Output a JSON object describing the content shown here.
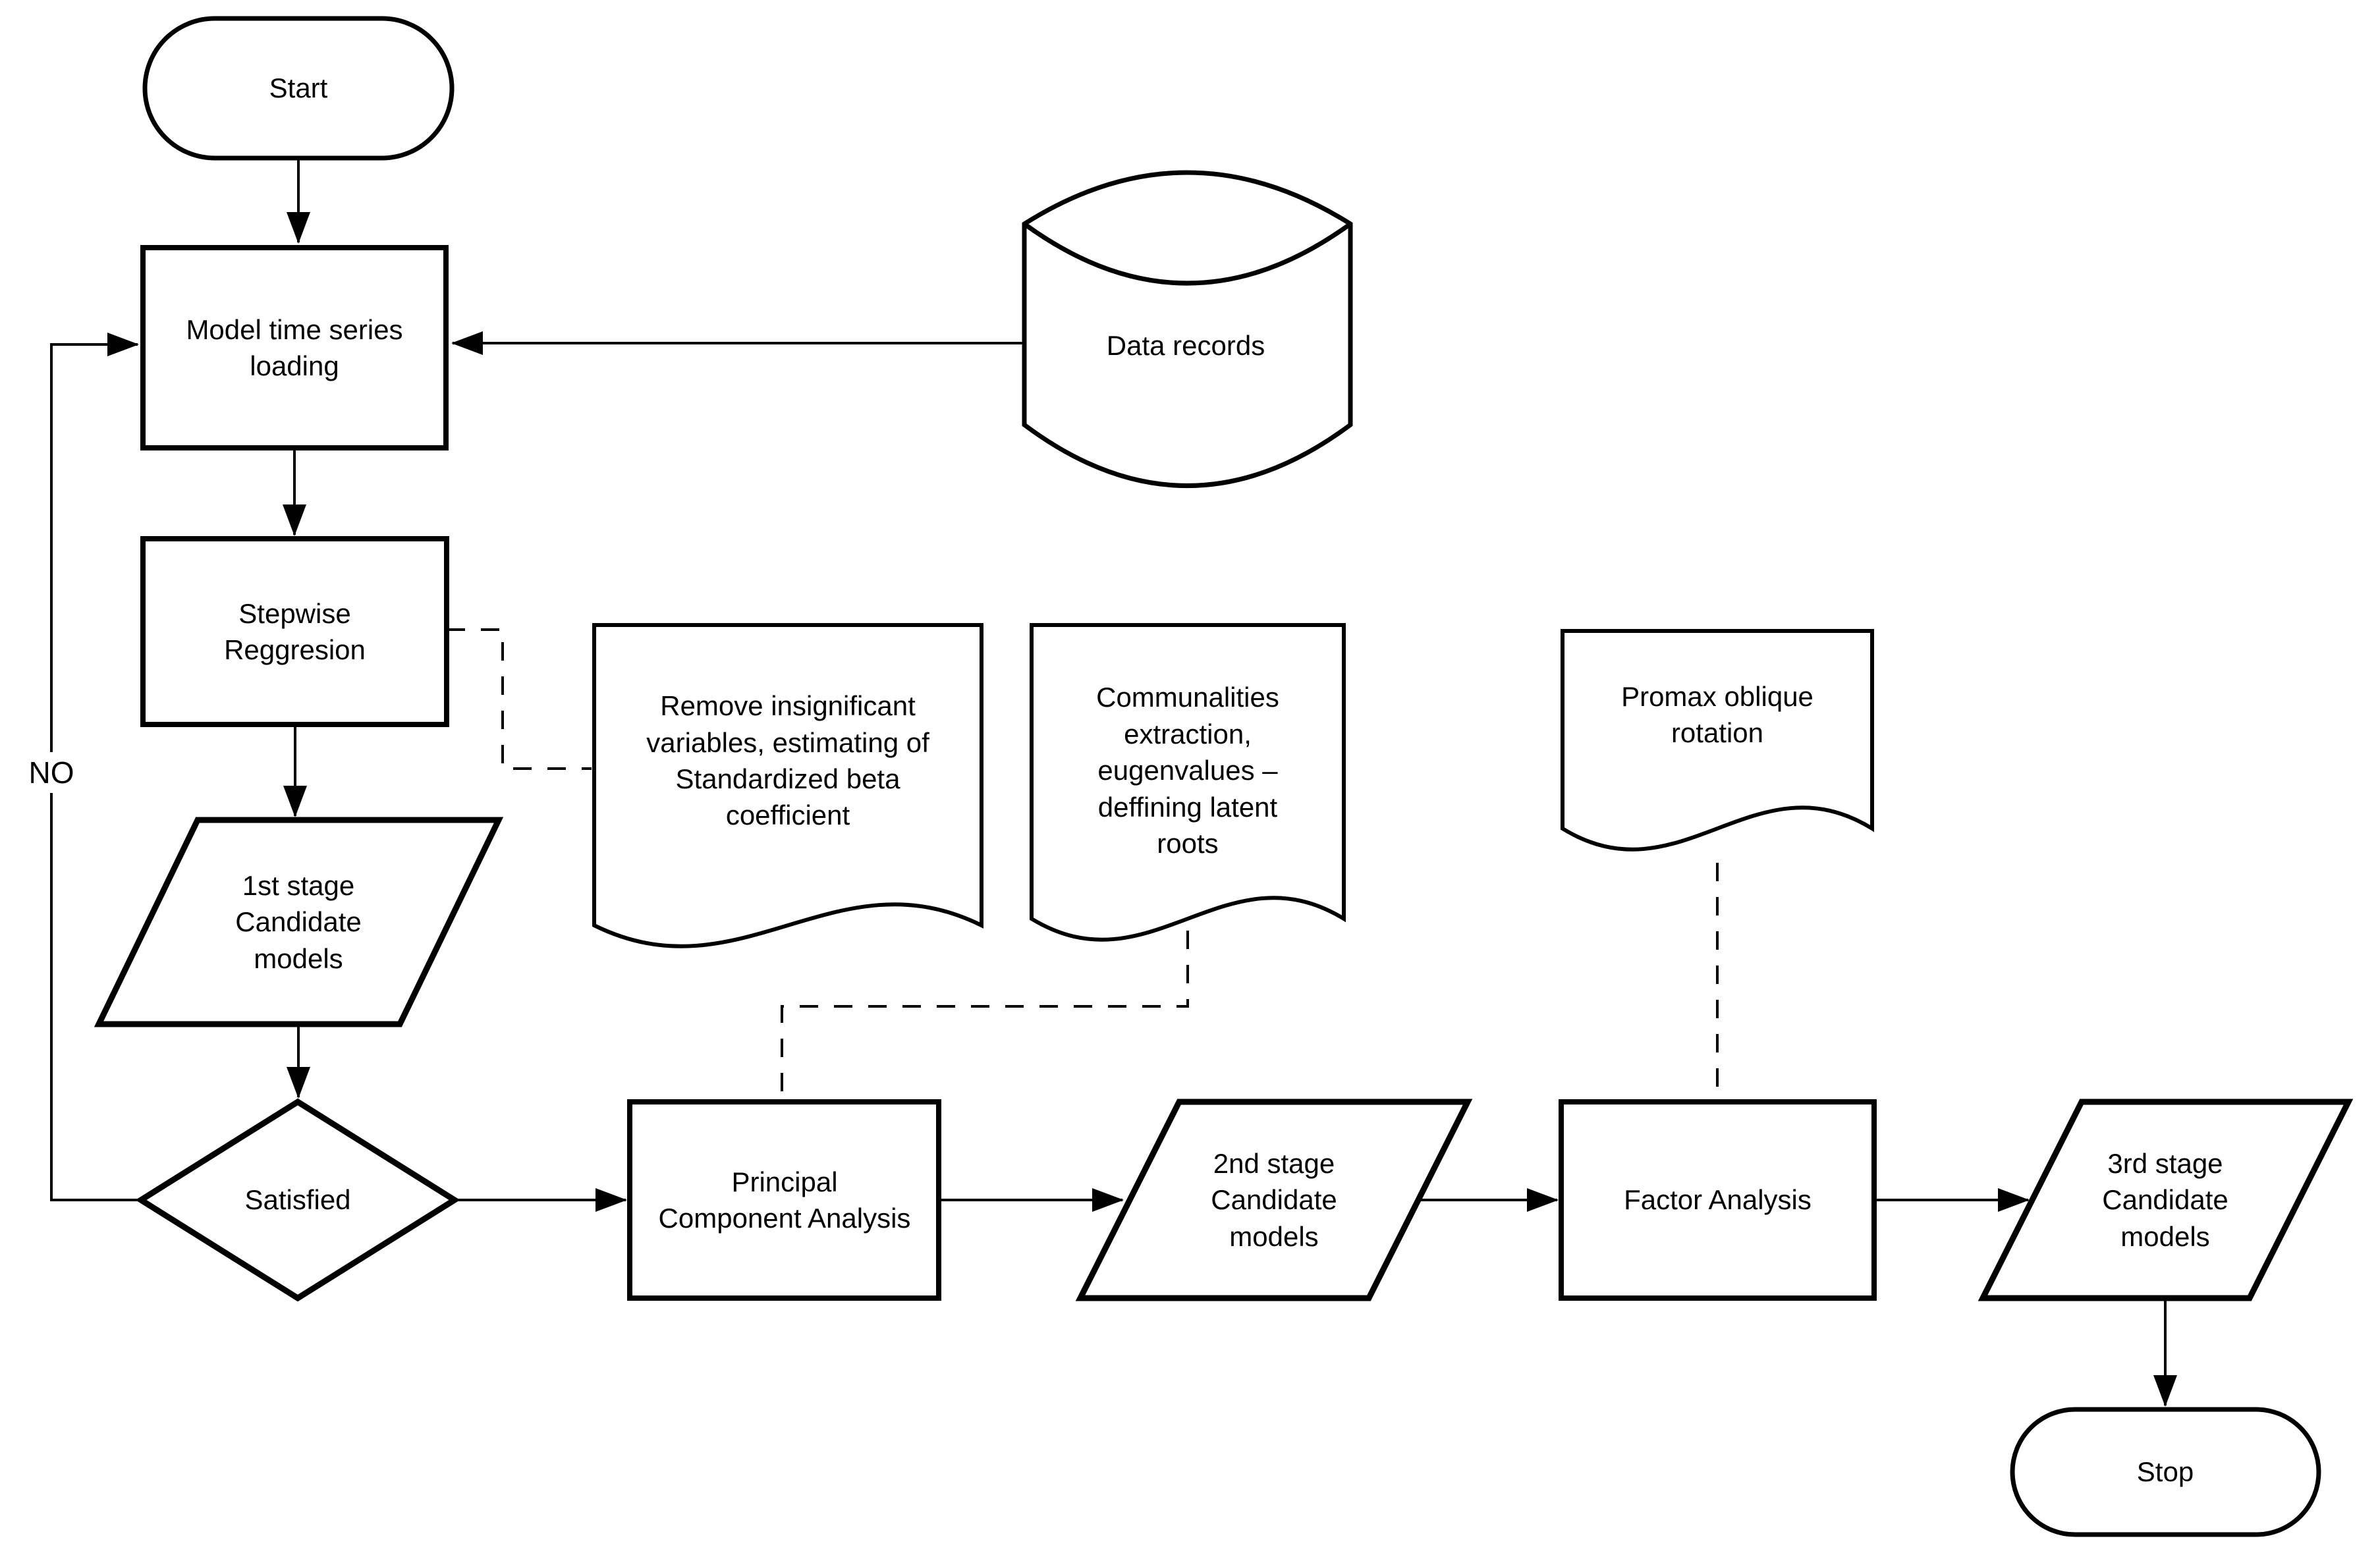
{
  "diagram": {
    "background": "#ffffff",
    "stroke_color": "#000000",
    "text_color": "#000000"
  },
  "nodes": {
    "start": {
      "label": "Start",
      "shape": "terminator"
    },
    "model_loading": {
      "label": "Model time series\nloading",
      "shape": "process"
    },
    "data_records": {
      "label": "Data records",
      "shape": "stored-data-cylinder"
    },
    "stepwise": {
      "label": "Stepwise\nReggresion",
      "shape": "process"
    },
    "remove_note": {
      "label": "Remove insignificant\nvariables, estimating of\nStandardized beta\ncoefficient",
      "shape": "document"
    },
    "communalities_note": {
      "label": "Communalities\nextraction,\neugenvalues –\ndeffining latent\nroots",
      "shape": "document"
    },
    "promax_note": {
      "label": "Promax oblique\nrotation",
      "shape": "document"
    },
    "stage1": {
      "label": "1st stage\nCandidate\nmodels",
      "shape": "data-parallelogram"
    },
    "satisfied": {
      "label": "Satisfied",
      "shape": "decision"
    },
    "pca": {
      "label": "Principal\nComponent Analysis",
      "shape": "process"
    },
    "stage2": {
      "label": "2nd stage\nCandidate\nmodels",
      "shape": "data-parallelogram"
    },
    "factor": {
      "label": "Factor Analysis",
      "shape": "process"
    },
    "stage3": {
      "label": "3rd stage\nCandidate\nmodels",
      "shape": "data-parallelogram"
    },
    "stop": {
      "label": "Stop",
      "shape": "terminator"
    }
  },
  "edges": {
    "no_branch_label": "NO"
  }
}
